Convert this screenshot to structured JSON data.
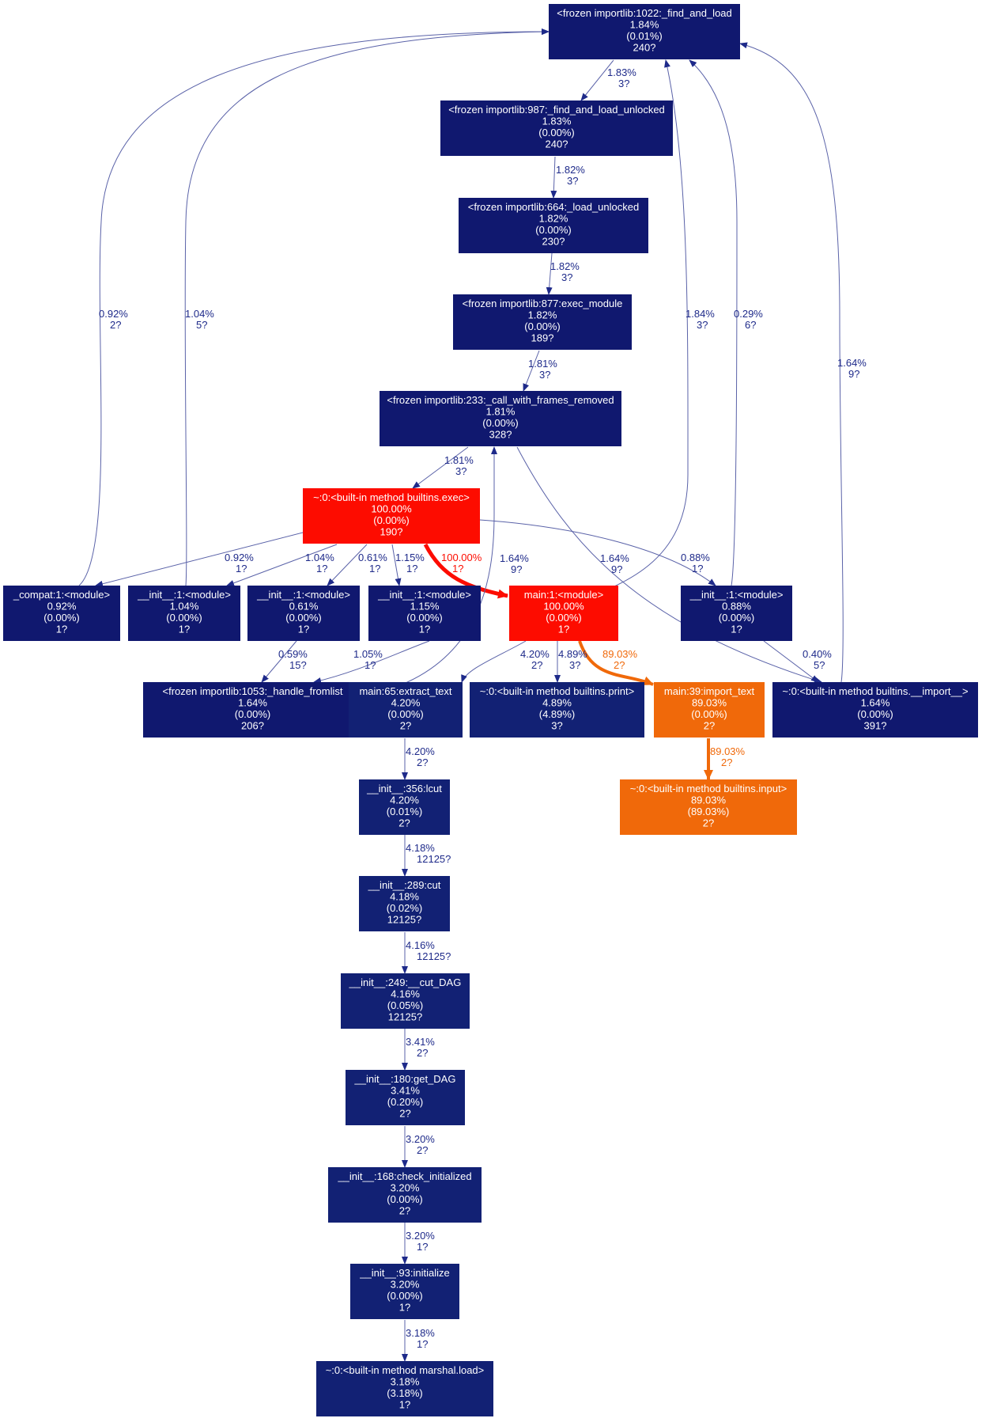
{
  "colors": {
    "navy": "#10186f",
    "navy_light": "#122174",
    "red": "#fd0c00",
    "orange": "#f0690a",
    "edge_navy": "#1e2a8a",
    "edge_light": "#5a62a8"
  },
  "nodes": [
    {
      "id": "n1022",
      "lines": [
        "<frozen importlib:1022:_find_and_load",
        "1.84%",
        "(0.01%)",
        "240?"
      ],
      "color": "navy"
    },
    {
      "id": "n987",
      "lines": [
        "<frozen importlib:987:_find_and_load_unlocked",
        "1.83%",
        "(0.00%)",
        "240?"
      ],
      "color": "navy"
    },
    {
      "id": "n664",
      "lines": [
        "<frozen importlib:664:_load_unlocked",
        "1.82%",
        "(0.00%)",
        "230?"
      ],
      "color": "navy"
    },
    {
      "id": "n877",
      "lines": [
        "<frozen importlib:877:exec_module",
        "1.82%",
        "(0.00%)",
        "189?"
      ],
      "color": "navy"
    },
    {
      "id": "n233",
      "lines": [
        "<frozen importlib:233:_call_with_frames_removed",
        "1.81%",
        "(0.00%)",
        "328?"
      ],
      "color": "navy"
    },
    {
      "id": "exec",
      "lines": [
        "~:0:<built-in method builtins.exec>",
        "100.00%",
        "(0.00%)",
        "190?"
      ],
      "color": "red"
    },
    {
      "id": "compat",
      "lines": [
        "_compat:1:<module>",
        "0.92%",
        "(0.00%)",
        "1?"
      ],
      "color": "navy"
    },
    {
      "id": "init1a",
      "lines": [
        "__init__:1:<module>",
        "1.04%",
        "(0.00%)",
        "1?"
      ],
      "color": "navy"
    },
    {
      "id": "init1b",
      "lines": [
        "__init__:1:<module>",
        "0.61%",
        "(0.00%)",
        "1?"
      ],
      "color": "navy"
    },
    {
      "id": "init1c",
      "lines": [
        "__init__:1:<module>",
        "1.15%",
        "(0.00%)",
        "1?"
      ],
      "color": "navy"
    },
    {
      "id": "main",
      "lines": [
        "main:1:<module>",
        "100.00%",
        "(0.00%)",
        "1?"
      ],
      "color": "red"
    },
    {
      "id": "init1d",
      "lines": [
        "__init__:1:<module>",
        "0.88%",
        "(0.00%)",
        "1?"
      ],
      "color": "navy"
    },
    {
      "id": "n1053",
      "lines": [
        "<frozen importlib:1053:_handle_fromlist",
        "1.64%",
        "(0.00%)",
        "206?"
      ],
      "color": "navy"
    },
    {
      "id": "extract",
      "lines": [
        "main:65:extract_text",
        "4.20%",
        "(0.00%)",
        "2?"
      ],
      "color": "navy_light"
    },
    {
      "id": "print",
      "lines": [
        "~:0:<built-in method builtins.print>",
        "4.89%",
        "(4.89%)",
        "3?"
      ],
      "color": "navy_light"
    },
    {
      "id": "import_text",
      "lines": [
        "main:39:import_text",
        "89.03%",
        "(0.00%)",
        "2?"
      ],
      "color": "orange"
    },
    {
      "id": "import_bi",
      "lines": [
        "~:0:<built-in method builtins.__import__>",
        "1.64%",
        "(0.00%)",
        "391?"
      ],
      "color": "navy"
    },
    {
      "id": "lcut",
      "lines": [
        "__init__:356:lcut",
        "4.20%",
        "(0.01%)",
        "2?"
      ],
      "color": "navy_light"
    },
    {
      "id": "input",
      "lines": [
        "~:0:<built-in method builtins.input>",
        "89.03%",
        "(89.03%)",
        "2?"
      ],
      "color": "orange"
    },
    {
      "id": "cut",
      "lines": [
        "__init__:289:cut",
        "4.18%",
        "(0.02%)",
        "12125?"
      ],
      "color": "navy_light"
    },
    {
      "id": "cutdag",
      "lines": [
        "__init__:249:__cut_DAG",
        "4.16%",
        "(0.05%)",
        "12125?"
      ],
      "color": "navy_light"
    },
    {
      "id": "getdag",
      "lines": [
        "__init__:180:get_DAG",
        "3.41%",
        "(0.20%)",
        "2?"
      ],
      "color": "navy_light"
    },
    {
      "id": "checkinit",
      "lines": [
        "__init__:168:check_initialized",
        "3.20%",
        "(0.00%)",
        "2?"
      ],
      "color": "navy_light"
    },
    {
      "id": "initialize",
      "lines": [
        "__init__:93:initialize",
        "3.20%",
        "(0.00%)",
        "1?"
      ],
      "color": "navy_light"
    },
    {
      "id": "marshal",
      "lines": [
        "~:0:<built-in method marshal.load>",
        "3.18%",
        "(3.18%)",
        "1?"
      ],
      "color": "navy_light"
    }
  ],
  "edges": [
    {
      "from": "n1022",
      "to": "n987",
      "lines": [
        "1.83%",
        "3?"
      ],
      "color": "navy"
    },
    {
      "from": "n987",
      "to": "n664",
      "lines": [
        "1.82%",
        "3?"
      ],
      "color": "navy"
    },
    {
      "from": "n664",
      "to": "n877",
      "lines": [
        "1.82%",
        "3?"
      ],
      "color": "navy"
    },
    {
      "from": "n877",
      "to": "n233",
      "lines": [
        "1.81%",
        "3?"
      ],
      "color": "navy"
    },
    {
      "from": "n233",
      "to": "exec",
      "lines": [
        "1.81%",
        "3?"
      ],
      "color": "navy"
    },
    {
      "from": "exec",
      "to": "compat",
      "lines": [
        "0.92%",
        "1?"
      ],
      "color": "navy"
    },
    {
      "from": "exec",
      "to": "init1a",
      "lines": [
        "1.04%",
        "1?"
      ],
      "color": "navy"
    },
    {
      "from": "exec",
      "to": "init1b",
      "lines": [
        "0.61%",
        "1?"
      ],
      "color": "navy"
    },
    {
      "from": "exec",
      "to": "init1c",
      "lines": [
        "1.15%",
        "1?"
      ],
      "color": "navy"
    },
    {
      "from": "exec",
      "to": "main",
      "lines": [
        "100.00%",
        "1?"
      ],
      "color": "red"
    },
    {
      "from": "exec",
      "to": "init1d",
      "lines": [
        "0.88%",
        "1?"
      ],
      "color": "navy"
    },
    {
      "from": "compat",
      "to": "n1022",
      "lines": [
        "0.92%",
        "2?"
      ],
      "color": "navy"
    },
    {
      "from": "init1a",
      "to": "n1022",
      "lines": [
        "1.04%",
        "5?"
      ],
      "color": "navy"
    },
    {
      "from": "main",
      "to": "n1022",
      "lines": [
        "1.84%",
        "3?"
      ],
      "color": "navy"
    },
    {
      "from": "init1d",
      "to": "n1022",
      "lines": [
        "0.29%",
        "6?"
      ],
      "color": "navy"
    },
    {
      "from": "import_bi",
      "to": "n1022",
      "lines": [
        "1.64%",
        "9?"
      ],
      "color": "navy"
    },
    {
      "from": "init1b",
      "to": "n1053",
      "lines": [
        "0.59%",
        "15?"
      ],
      "color": "navy"
    },
    {
      "from": "init1c",
      "to": "n1053",
      "lines": [
        "1.05%",
        "1?"
      ],
      "color": "navy"
    },
    {
      "from": "n1053",
      "to": "n233",
      "lines": [
        "1.64%",
        "9?"
      ],
      "color": "navy"
    },
    {
      "from": "n233",
      "to": "import_bi",
      "lines": [
        "1.64%",
        "9?"
      ],
      "color": "navy"
    },
    {
      "from": "init1d",
      "to": "import_bi",
      "lines": [
        "0.40%",
        "5?"
      ],
      "color": "navy"
    },
    {
      "from": "main",
      "to": "extract",
      "lines": [
        "4.20%",
        "2?"
      ],
      "color": "navy"
    },
    {
      "from": "main",
      "to": "print",
      "lines": [
        "4.89%",
        "3?"
      ],
      "color": "navy"
    },
    {
      "from": "main",
      "to": "import_text",
      "lines": [
        "89.03%",
        "2?"
      ],
      "color": "orange"
    },
    {
      "from": "import_text",
      "to": "input",
      "lines": [
        "89.03%",
        "2?"
      ],
      "color": "orange"
    },
    {
      "from": "extract",
      "to": "lcut",
      "lines": [
        "4.20%",
        "2?"
      ],
      "color": "navy"
    },
    {
      "from": "lcut",
      "to": "cut",
      "lines": [
        "4.18%",
        "12125?"
      ],
      "color": "navy"
    },
    {
      "from": "cut",
      "to": "cutdag",
      "lines": [
        "4.16%",
        "12125?"
      ],
      "color": "navy"
    },
    {
      "from": "cutdag",
      "to": "getdag",
      "lines": [
        "3.41%",
        "2?"
      ],
      "color": "navy"
    },
    {
      "from": "getdag",
      "to": "checkinit",
      "lines": [
        "3.20%",
        "2?"
      ],
      "color": "navy"
    },
    {
      "from": "checkinit",
      "to": "initialize",
      "lines": [
        "3.20%",
        "1?"
      ],
      "color": "navy"
    },
    {
      "from": "initialize",
      "to": "marshal",
      "lines": [
        "3.18%",
        "1?"
      ],
      "color": "navy"
    }
  ]
}
